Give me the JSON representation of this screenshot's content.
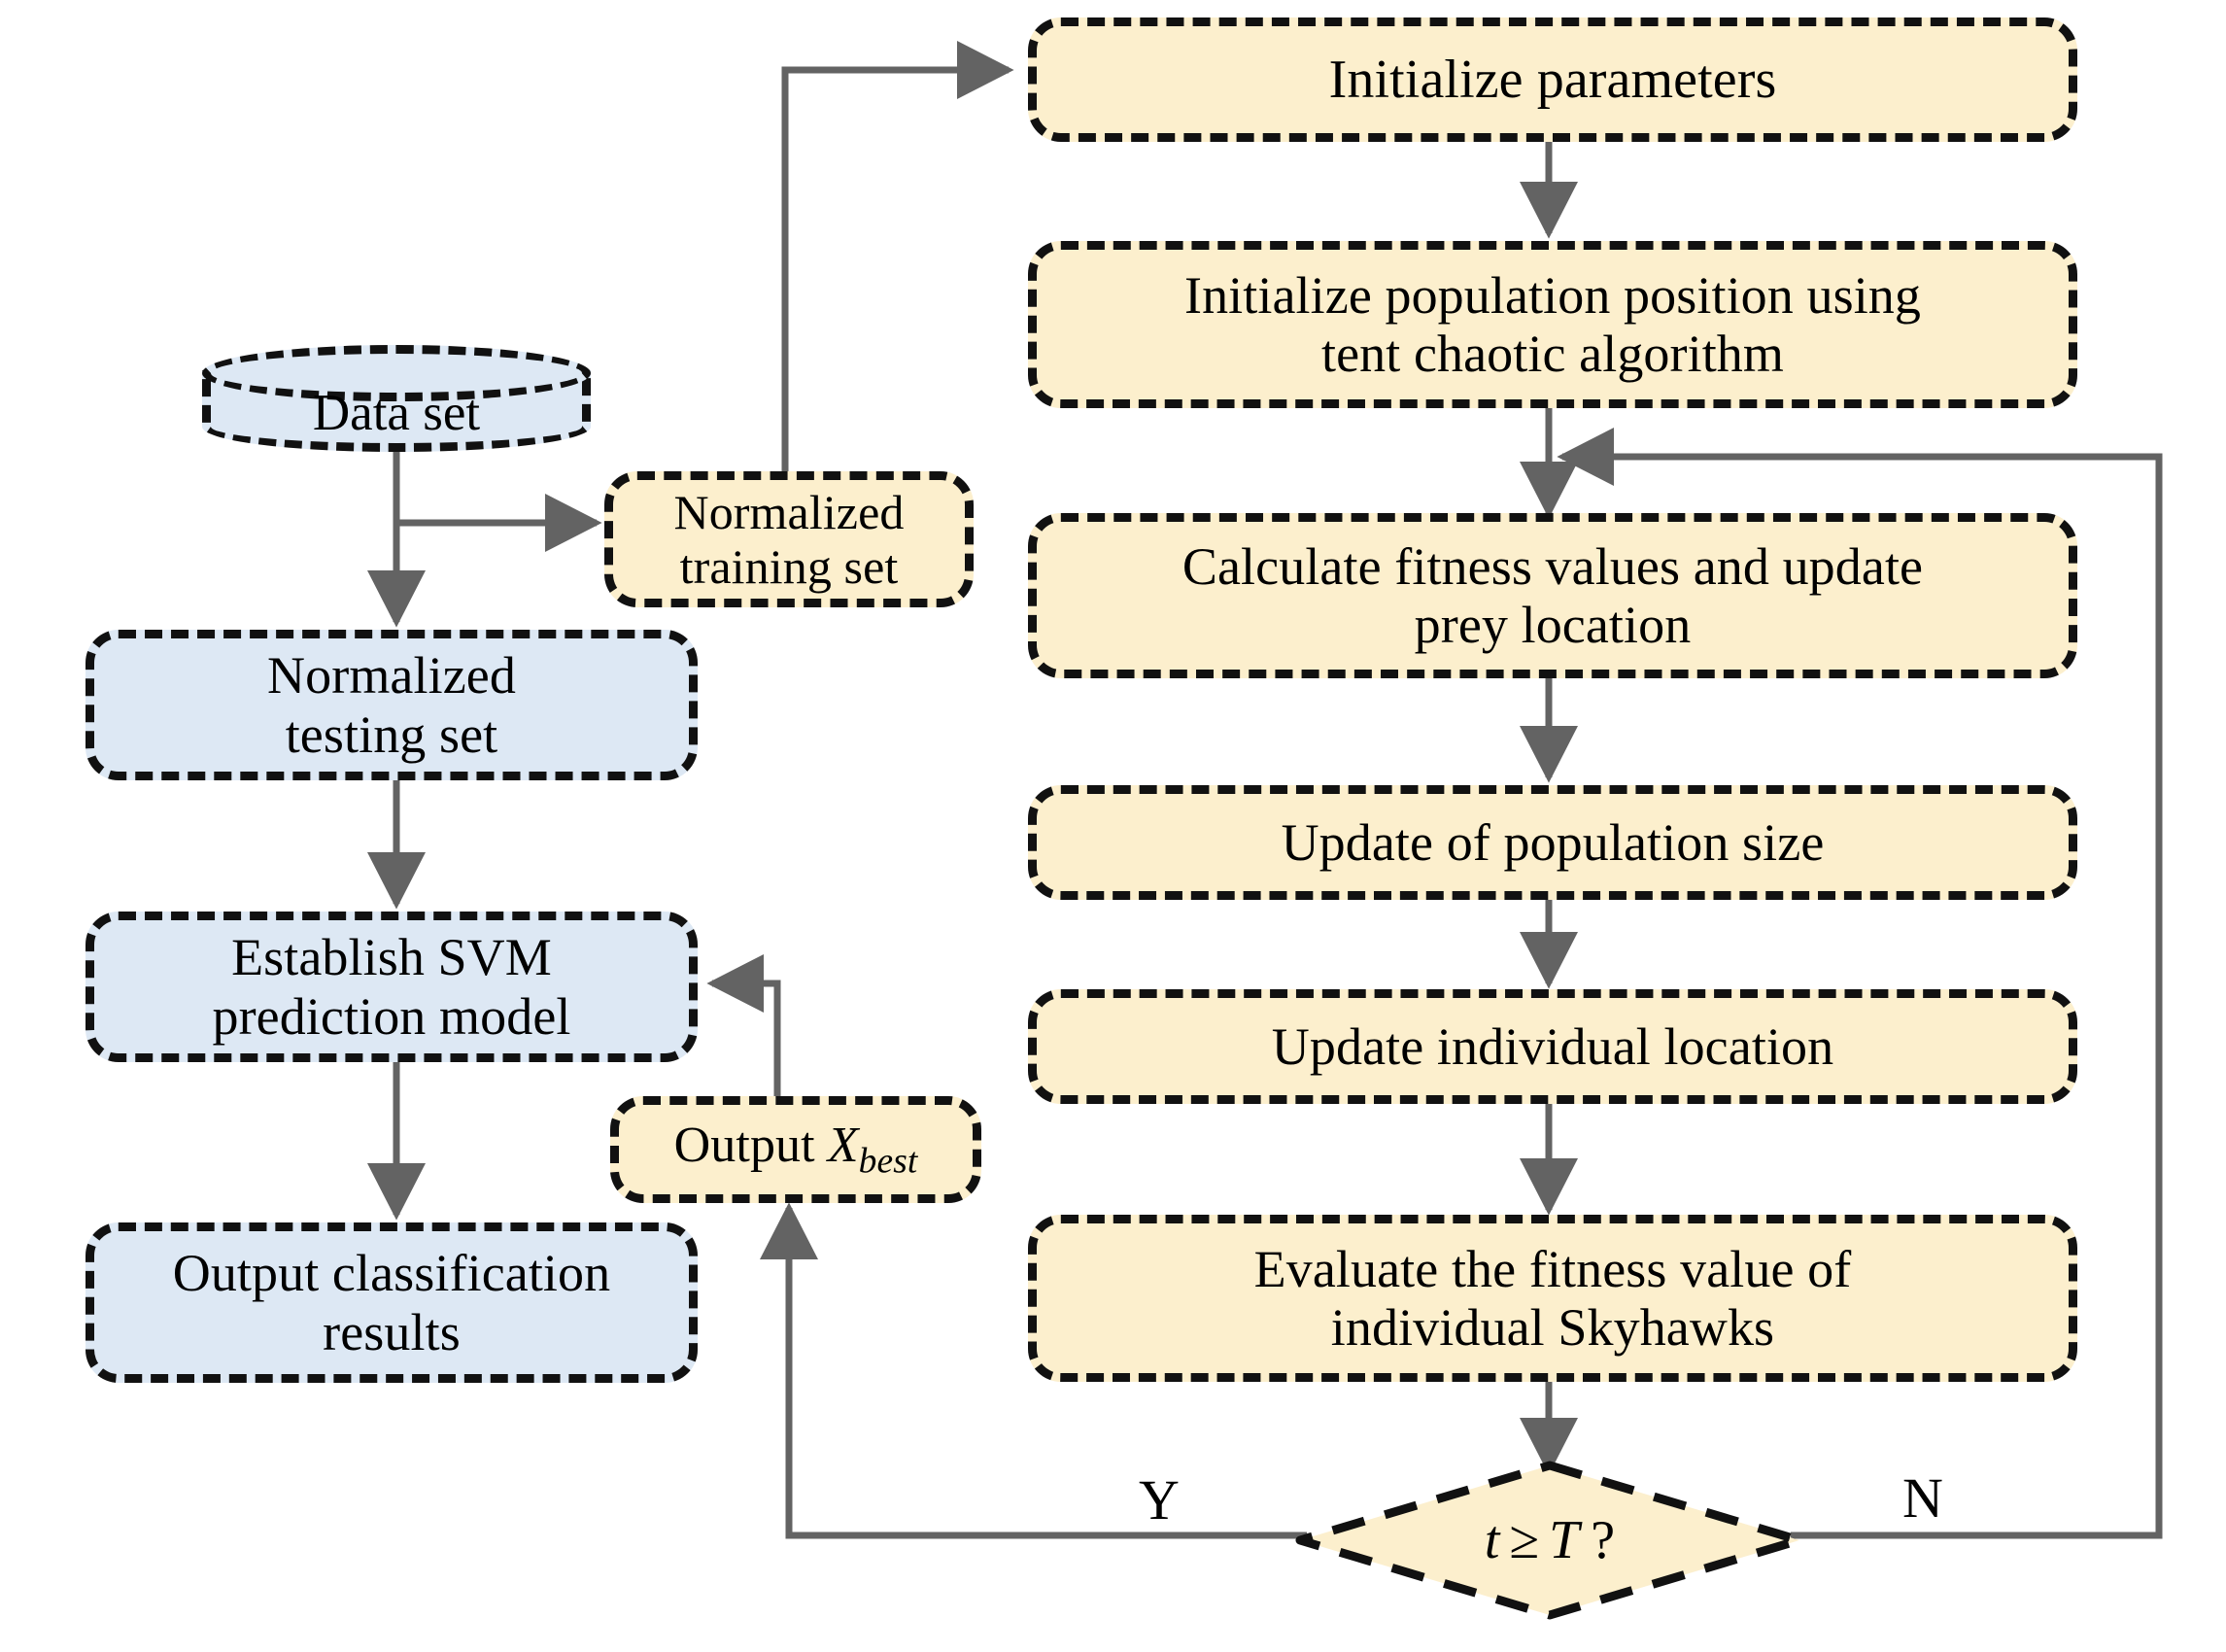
{
  "diagram": {
    "title": "SSA-SVM classification flowchart",
    "colors": {
      "process_fill": "#fcefcd",
      "data_fill": "#dde8f4",
      "border": "#111111",
      "edge": "#636363",
      "text": "#000000"
    },
    "nodes": {
      "data_set": {
        "label": "Data set",
        "shape": "cylinder",
        "fill": "#dde8f4"
      },
      "normalized_training": {
        "label": "Normalized\ntraining set",
        "line1": "Normalized",
        "line2": "training set",
        "shape": "rounded-rect",
        "fill": "#fcefcd"
      },
      "normalized_testing": {
        "label": "Normalized\ntesting set",
        "line1": "Normalized",
        "line2": "testing set",
        "shape": "rounded-rect",
        "fill": "#dde8f4"
      },
      "establish_svm": {
        "label": "Establish SVM\nprediction model",
        "line1": "Establish SVM",
        "line2": "prediction model",
        "shape": "rounded-rect",
        "fill": "#dde8f4"
      },
      "output_results": {
        "label": "Output classification\nresults",
        "line1": "Output classification",
        "line2": "results",
        "shape": "rounded-rect",
        "fill": "#dde8f4"
      },
      "output_xbest": {
        "label": "Output Xbest",
        "prefix": "Output ",
        "var": "X",
        "subscript": "best",
        "shape": "rounded-rect",
        "fill": "#fcefcd"
      },
      "init_params": {
        "label": "Initialize parameters",
        "shape": "rounded-rect",
        "fill": "#fcefcd"
      },
      "init_population": {
        "label": "Initialize population position using\ntent chaotic algorithm",
        "line1": "Initialize population position using",
        "line2": "tent chaotic algorithm",
        "shape": "rounded-rect",
        "fill": "#fcefcd"
      },
      "calc_fitness": {
        "label": "Calculate fitness values and update\nprey location",
        "line1": "Calculate fitness values and update",
        "line2": "prey location",
        "shape": "rounded-rect",
        "fill": "#fcefcd"
      },
      "update_popsize": {
        "label": "Update of population size",
        "shape": "rounded-rect",
        "fill": "#fcefcd"
      },
      "update_location": {
        "label": "Update individual location",
        "shape": "rounded-rect",
        "fill": "#fcefcd"
      },
      "evaluate_fitness": {
        "label": "Evaluate the fitness value of\nindividual Skyhawks",
        "line1": "Evaluate the fitness value of",
        "line2": "individual Skyhawks",
        "shape": "rounded-rect",
        "fill": "#fcefcd"
      },
      "decision": {
        "label": "t ≥ T ?",
        "var1": "t",
        "op": "≥",
        "var2": "T",
        "q": "?",
        "shape": "diamond",
        "fill": "#fcefcd"
      }
    },
    "edge_labels": {
      "yes": "Y",
      "no": "N"
    },
    "edges": [
      {
        "from": "data_set",
        "to": "normalized_training",
        "label": ""
      },
      {
        "from": "data_set",
        "to": "normalized_testing",
        "label": ""
      },
      {
        "from": "normalized_training",
        "to": "init_params",
        "label": ""
      },
      {
        "from": "normalized_testing",
        "to": "establish_svm",
        "label": ""
      },
      {
        "from": "establish_svm",
        "to": "output_results",
        "label": ""
      },
      {
        "from": "output_xbest",
        "to": "establish_svm",
        "label": ""
      },
      {
        "from": "init_params",
        "to": "init_population",
        "label": ""
      },
      {
        "from": "init_population",
        "to": "calc_fitness",
        "label": ""
      },
      {
        "from": "calc_fitness",
        "to": "update_popsize",
        "label": ""
      },
      {
        "from": "update_popsize",
        "to": "update_location",
        "label": ""
      },
      {
        "from": "update_location",
        "to": "evaluate_fitness",
        "label": ""
      },
      {
        "from": "evaluate_fitness",
        "to": "decision",
        "label": ""
      },
      {
        "from": "decision",
        "to": "output_xbest",
        "label": "Y"
      },
      {
        "from": "decision",
        "to": "calc_fitness",
        "label": "N"
      }
    ]
  }
}
